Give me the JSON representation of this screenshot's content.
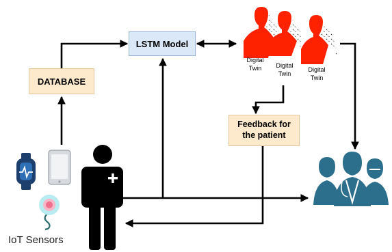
{
  "nodes": {
    "database": "DATABASE",
    "lstm_model": "LSTM Model",
    "feedback_line1": "Feedback for",
    "feedback_line2": "the patient"
  },
  "digital_twins": [
    {
      "line1": "Digital",
      "line2": "Twin"
    },
    {
      "line1": "Digital",
      "line2": "Twin"
    },
    {
      "line1": "Digital",
      "line2": "Twin"
    }
  ],
  "sensors_label": "IoT Sensors",
  "colors": {
    "twin_red": "#ff2200",
    "doctors_teal": "#2b6f8c",
    "database_fill": "#fde9cc",
    "lstm_fill": "#dbe8f7",
    "sensor_navy": "#1c3f6e"
  },
  "icons": [
    "smartwatch-icon",
    "smartphone-icon",
    "skin-sensor-icon",
    "patient-icon",
    "medical-team-icon",
    "digital-twin-icon"
  ]
}
